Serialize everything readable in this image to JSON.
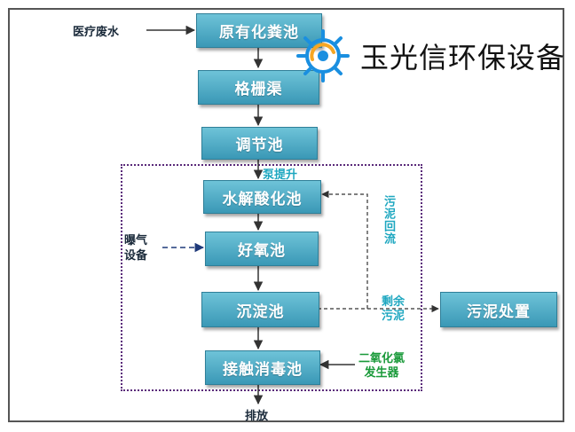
{
  "brand": {
    "name": "玉光信环保设备",
    "logo_icon": "gear-icon"
  },
  "inputs": {
    "wastewater": "医疗废水",
    "aeration": "曝气\n设备",
    "chlorine": "二氧化氯\n发生器"
  },
  "process": [
    "原有化粪池",
    "格栅渠",
    "调节池",
    "水解酸化池",
    "好氧池",
    "沉淀池",
    "接触消毒池"
  ],
  "annotations": {
    "pump": "泵提升",
    "sludge_return": "污泥回流",
    "excess_sludge": "剩余\n污泥"
  },
  "outputs": {
    "sludge_disposal": "污泥处置",
    "discharge": "排放"
  },
  "colors": {
    "box_top": "#6ec3d8",
    "box_bottom": "#3a98b6",
    "label_teal": "#1ea7c0",
    "label_green": "#1a9a3a",
    "group_border": "#5a2a7a"
  }
}
